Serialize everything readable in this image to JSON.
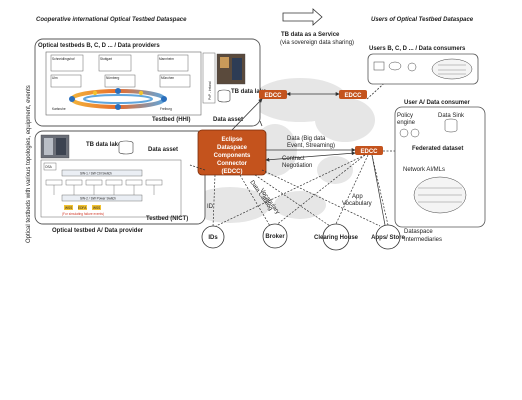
{
  "headers": {
    "left_title": "Cooperative international Optical Testbed Dataspace",
    "right_title": "Users of Optical Testbed Dataspace",
    "side_label": "Optical testbeds with various topologies, equipment, events"
  },
  "service": {
    "title": "TB data as a Service",
    "subtitle": "(via sovereign data sharing)"
  },
  "testbeds_group": {
    "title": "Optical testbeds B, C, D ... / Data providers",
    "testbed_label": "Testbed (HHI)",
    "nodes": [
      "Schneidlingshof",
      "Stuttgart",
      "Mannheim",
      "Ulm",
      "Nürnberg",
      "München",
      "Karlsruhe",
      "Freiburg"
    ],
    "lake_label": "TB data lake",
    "asset_label": "Data asset",
    "side_tab": "PoP - Ireland"
  },
  "testbed_a": {
    "title": "Optical testbed A/ Data provider",
    "lake_label": "TB data lake",
    "asset_label": "Data asset",
    "testbed_label": "Testbed (NICT)",
    "switch_1": "SW-1 / SW Ctrl Switch",
    "switch_2": "SW-2 / SW Power Switch",
    "osa_label": "OSA",
    "failure_note": "(For simulating failure events)",
    "port_labels": [
      "WSS",
      "EDFA",
      "WSS"
    ]
  },
  "center": {
    "edc_lines": [
      "Eclipse",
      "Dataspace",
      "Components",
      "Connector",
      "(EDCC)"
    ],
    "edcc_label": "EDCC",
    "data_flow_1": "Data (Big data",
    "data_flow_2": "Event, Streaming)",
    "contract_1": "Contract",
    "contract_2": "Negotiation",
    "data_catalog": "Data Catalog",
    "vocabulary": "Vocabulary",
    "app_vocabulary_1": "App",
    "app_vocabulary_2": "Vocabulary",
    "id_label": "ID"
  },
  "consumers": {
    "users_title": "Users B, C, D ... / Data consumers",
    "user_a_title": "User A/ Data consumer",
    "policy_1": "Policy",
    "policy_2": "engine",
    "data_sink": "Data Sink",
    "federated": "Federated dataset",
    "network_aiml": "Network AI/MLs"
  },
  "intermediaries": {
    "nodes": [
      "IDs",
      "Broker",
      "Clearing House",
      "Apps/ Store"
    ],
    "label_1": "Dataspace",
    "label_2": "Intermediaries"
  },
  "colors": {
    "edcc": "#c4531d",
    "box_border": "#555555",
    "node_blue": "#2a6ebb",
    "node_yellow": "#f2c230",
    "node_red": "#d23a2a",
    "ring_orange": "#f0962c"
  }
}
